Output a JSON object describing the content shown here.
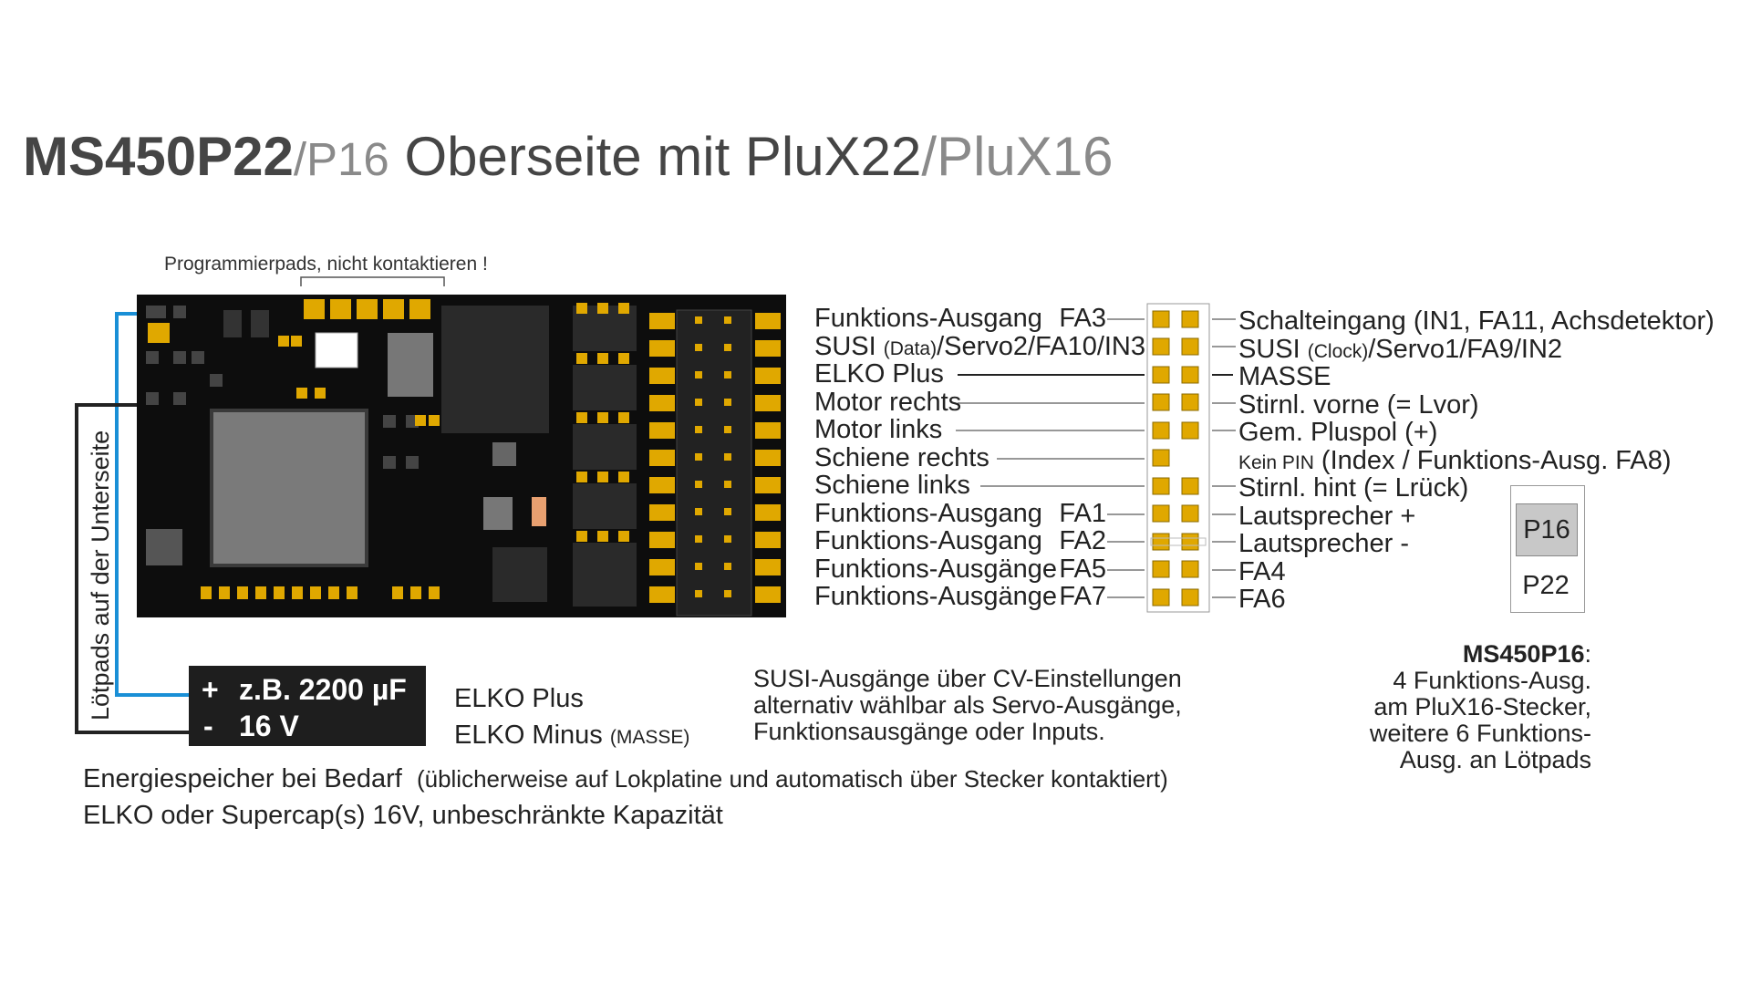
{
  "title": {
    "main": "MS450P22",
    "alt1": "/P16",
    "mid": "Oberseite mit PluX22",
    "alt2": "/PluX16"
  },
  "prog_note": "Programmierpads, nicht kontaktieren !",
  "left_pins": [
    {
      "name": "Funktions-Ausgang",
      "suffix": "FA3"
    },
    {
      "name": "SUSI",
      "small": "(Data)",
      "rest": "/Servo2/FA10/IN3"
    },
    {
      "name": "ELKO Plus",
      "suffix": ""
    },
    {
      "name": "Motor rechts",
      "suffix": ""
    },
    {
      "name": "Motor links",
      "suffix": ""
    },
    {
      "name": "Schiene rechts",
      "suffix": ""
    },
    {
      "name": "Schiene links",
      "suffix": ""
    },
    {
      "name": "Funktions-Ausgang",
      "suffix": "FA1"
    },
    {
      "name": "Funktions-Ausgang",
      "suffix": "FA2"
    },
    {
      "name": "Funktions-Ausgänge",
      "suffix": "FA5"
    },
    {
      "name": "Funktions-Ausgänge",
      "suffix": "FA7"
    }
  ],
  "right_pins": [
    {
      "text": "Schalteingang (IN1, FA11, Achsdetektor)"
    },
    {
      "text": "SUSI",
      "small": "(Clock)",
      "rest": "/Servo1/FA9/IN2"
    },
    {
      "text": "MASSE"
    },
    {
      "text": "Stirnl. vorne (= Lvor)"
    },
    {
      "text": "Gem. Pluspol (+)"
    },
    {
      "small": "Kein PIN",
      "rest": " (Index / Funktions-Ausg. FA8)"
    },
    {
      "text": "Stirnl. hint (= Lrück)"
    },
    {
      "text": "Lautsprecher +"
    },
    {
      "text": "Lautsprecher -"
    },
    {
      "text": "FA4"
    },
    {
      "text": "FA6"
    }
  ],
  "cap": {
    "line1_sign": "+",
    "line1_text": "z.B. 2200 µF",
    "line2_sign": "-",
    "line2_text": "16 V"
  },
  "elko_plus": "ELKO Plus",
  "elko_minus": "ELKO Minus",
  "elko_minus_small": "(MASSE)",
  "susi_note": [
    "SUSI-Ausgänge über CV-Einstellungen",
    "alternativ wählbar als Servo-Ausgänge,",
    "Funktionsausgänge oder Inputs."
  ],
  "p16_label": "P16",
  "p22_label": "P22",
  "ms450p16": {
    "heading": "MS450P16",
    "colon": ":",
    "lines": [
      "4 Funktions-Ausg.",
      "am PluX16-Stecker,",
      "weitere 6 Funktions-",
      "Ausg. an Lötpads"
    ]
  },
  "vertical_label": "Lötpads auf der Unterseite",
  "bottom": {
    "line1": "Energiespeicher bei Bedarf",
    "line1_small": "(üblicherweise auf Lokplatine und automatisch über Stecker kontaktiert)",
    "line2": "ELKO oder Supercap(s) 16V, unbeschränkte Kapazität"
  },
  "colors": {
    "pcb": "#0d0d0d",
    "pad": "#e0a800",
    "wire_blue": "#1a8fd6",
    "chip": "#7a7a7a"
  }
}
